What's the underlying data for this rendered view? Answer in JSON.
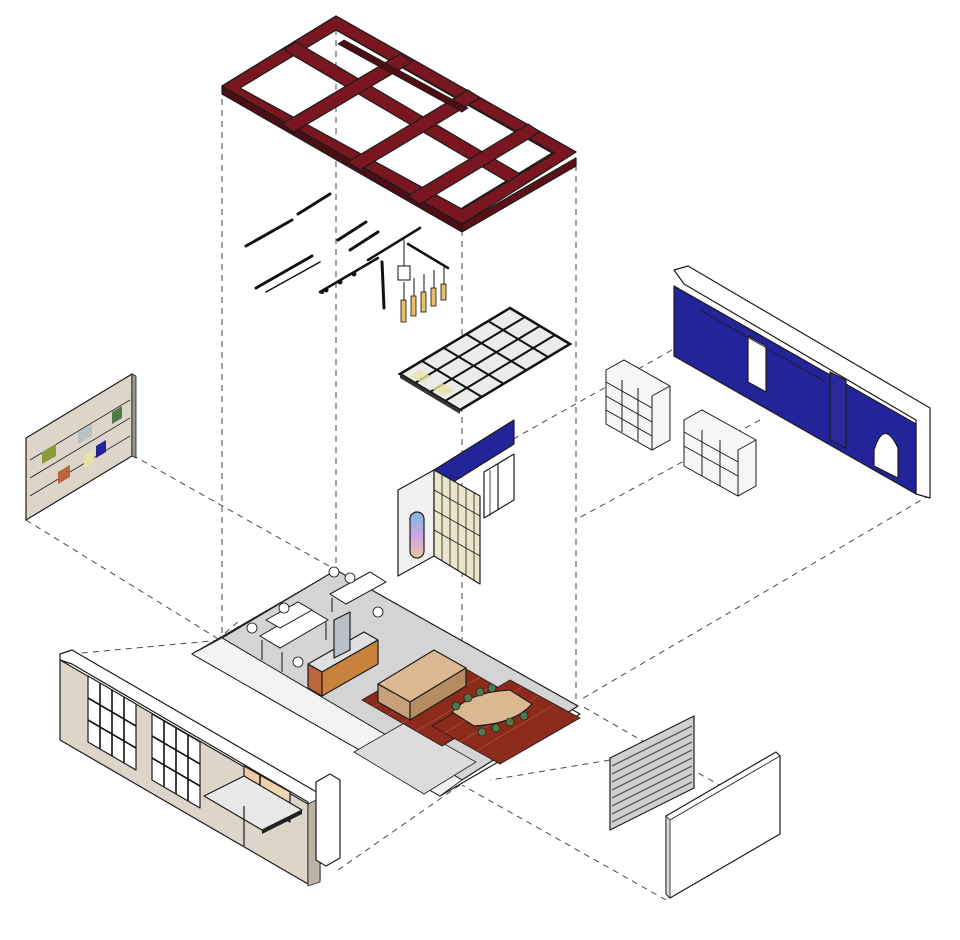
{
  "diagram": {
    "type": "exploded-axonometric",
    "components": [
      "roof-steel-frame",
      "track-lighting",
      "pendant-lights",
      "ceiling-grid-panel",
      "meeting-room-partition",
      "blue-feature-wall",
      "shelving-units",
      "left-display-wall",
      "floor-plan",
      "window-wall",
      "slatted-panel",
      "end-partition"
    ],
    "colors": {
      "frame": "#7a1620",
      "frame_dark": "#4d0d14",
      "accent_blue": "#24249a",
      "floor_brick": "#8c2a1c",
      "floor_grey": "#d4d4d4",
      "wall_beige": "#ddd5c9",
      "wood": "#c79f78",
      "orange": "#b8663a",
      "green": "#4f7a4a",
      "line": "#1c1c1c",
      "guide": "#4a4a4a"
    }
  }
}
